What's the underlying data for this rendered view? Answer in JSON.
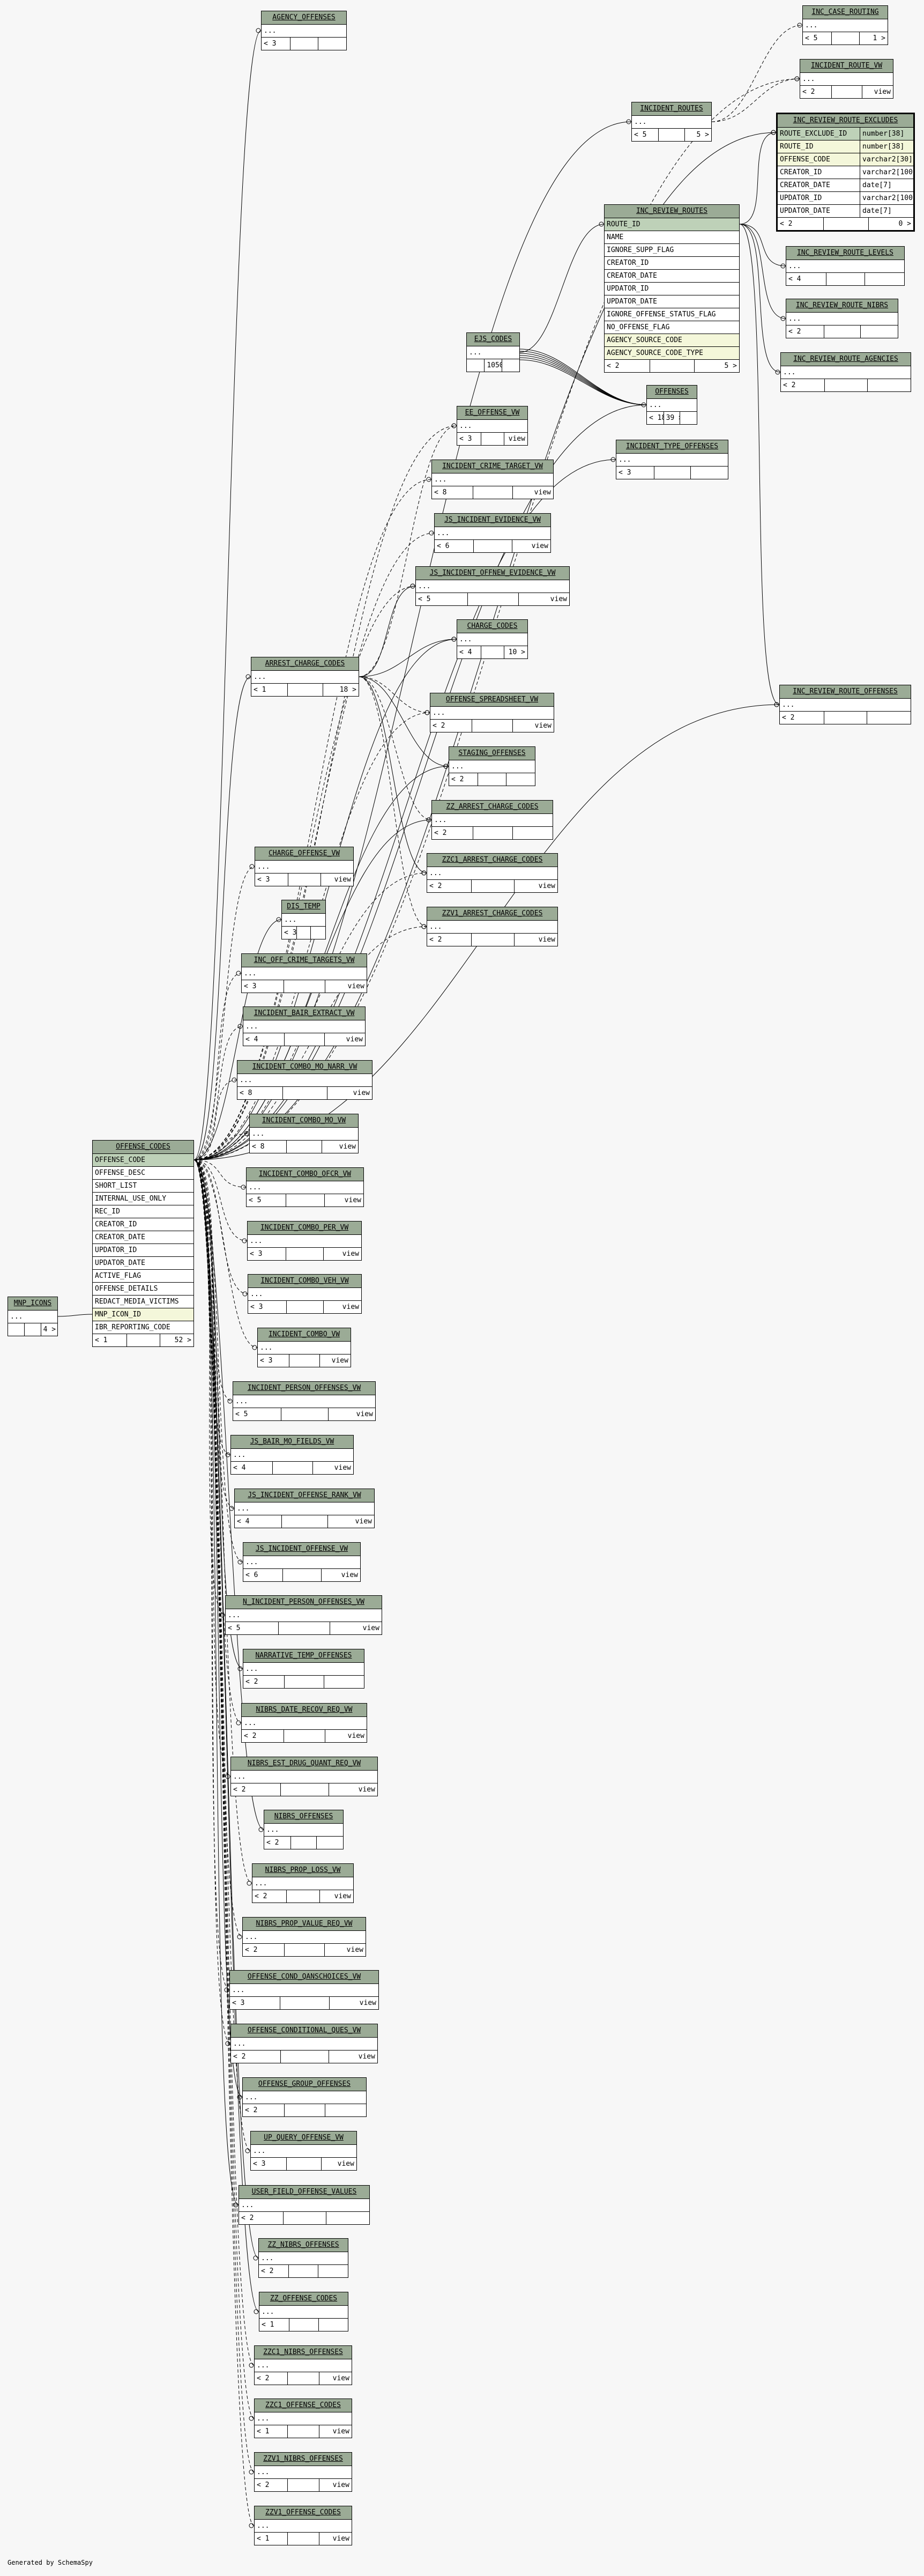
{
  "footer": "Generated by SchemaSpy",
  "selected_table": "INC_REVIEW_ROUTE_EXCLUDES",
  "tables": [
    {
      "id": "AGENCY_OFFENSES",
      "title": "AGENCY_OFFENSES",
      "rows": [
        "..."
      ],
      "footer": [
        "< 3",
        "",
        ""
      ]
    },
    {
      "id": "INC_CASE_ROUTING",
      "title": "INC_CASE_ROUTING",
      "rows": [
        "..."
      ],
      "footer": [
        "< 5",
        "",
        "1 >"
      ]
    },
    {
      "id": "INCIDENT_ROUTE_VW",
      "title": "INCIDENT_ROUTE_VW",
      "rows": [
        "..."
      ],
      "footer": [
        "< 2",
        "",
        "view"
      ]
    },
    {
      "id": "INCIDENT_ROUTES",
      "title": "INCIDENT_ROUTES",
      "rows": [
        "..."
      ],
      "footer": [
        "< 5",
        "",
        "5 >"
      ]
    },
    {
      "id": "INC_REVIEW_ROUTE_EXCLUDES",
      "title": "INC_REVIEW_ROUTE_EXCLUDES",
      "typed": true,
      "rows": [
        [
          "ROUTE_EXCLUDE_ID",
          "number[38]"
        ],
        [
          "ROUTE_ID",
          "number[38]"
        ],
        [
          "OFFENSE_CODE",
          "varchar2[30]"
        ],
        [
          "CREATOR_ID",
          "varchar2[100]"
        ],
        [
          "CREATOR_DATE",
          "date[7]"
        ],
        [
          "UPDATOR_ID",
          "varchar2[100]"
        ],
        [
          "UPDATOR_DATE",
          "date[7]"
        ]
      ],
      "footer": [
        "< 2",
        "",
        "0 >"
      ]
    },
    {
      "id": "INC_REVIEW_ROUTES",
      "title": "INC_REVIEW_ROUTES",
      "rows": [
        "ROUTE_ID",
        "NAME",
        "IGNORE_SUPP_FLAG",
        "CREATOR_ID",
        "CREATOR_DATE",
        "UPDATOR_ID",
        "UPDATOR_DATE",
        "IGNORE_OFFENSE_STATUS_FLAG",
        "NO_OFFENSE_FLAG",
        "AGENCY_SOURCE_CODE",
        "AGENCY_SOURCE_CODE_TYPE"
      ],
      "footer": [
        "< 2",
        "",
        "5 >"
      ]
    },
    {
      "id": "INC_REVIEW_ROUTE_LEVELS",
      "title": "INC_REVIEW_ROUTE_LEVELS",
      "rows": [
        "..."
      ],
      "footer": [
        "< 4",
        "",
        ""
      ]
    },
    {
      "id": "INC_REVIEW_ROUTE_NIBRS",
      "title": "INC_REVIEW_ROUTE_NIBRS",
      "rows": [
        "..."
      ],
      "footer": [
        "< 2",
        "",
        ""
      ]
    },
    {
      "id": "INC_REVIEW_ROUTE_AGENCIES",
      "title": "INC_REVIEW_ROUTE_AGENCIES",
      "rows": [
        "..."
      ],
      "footer": [
        "< 2",
        "",
        ""
      ]
    },
    {
      "id": "EJS_CODES",
      "title": "EJS_CODES",
      "rows": [
        "..."
      ],
      "footer": [
        "",
        "1050 >",
        ""
      ]
    },
    {
      "id": "OFFENSES",
      "title": "OFFENSES",
      "rows": [
        "..."
      ],
      "footer": [
        "< 18",
        "39 >",
        ""
      ]
    },
    {
      "id": "INCIDENT_TYPE_OFFENSES",
      "title": "INCIDENT_TYPE_OFFENSES",
      "rows": [
        "..."
      ],
      "footer": [
        "< 3",
        "",
        ""
      ]
    },
    {
      "id": "EE_OFFENSE_VW",
      "title": "EE_OFFENSE_VW",
      "rows": [
        "..."
      ],
      "footer": [
        "< 3",
        "",
        "view"
      ]
    },
    {
      "id": "INCIDENT_CRIME_TARGET_VW",
      "title": "INCIDENT_CRIME_TARGET_VW",
      "rows": [
        "..."
      ],
      "footer": [
        "< 8",
        "",
        "view"
      ]
    },
    {
      "id": "JS_INCIDENT_EVIDENCE_VW",
      "title": "JS_INCIDENT_EVIDENCE_VW",
      "rows": [
        "..."
      ],
      "footer": [
        "< 6",
        "",
        "view"
      ]
    },
    {
      "id": "JS_INCIDENT_OFFNEW_EVIDENCE_VW",
      "title": "JS_INCIDENT_OFFNEW_EVIDENCE_VW",
      "rows": [
        "..."
      ],
      "footer": [
        "< 5",
        "",
        "view"
      ]
    },
    {
      "id": "CHARGE_CODES",
      "title": "CHARGE_CODES",
      "rows": [
        "..."
      ],
      "footer": [
        "< 4",
        "",
        "10 >"
      ]
    },
    {
      "id": "ARREST_CHARGE_CODES",
      "title": "ARREST_CHARGE_CODES",
      "rows": [
        "..."
      ],
      "footer": [
        "< 1",
        "",
        "18 >"
      ]
    },
    {
      "id": "OFFENSE_SPREADSHEET_VW",
      "title": "OFFENSE_SPREADSHEET_VW",
      "rows": [
        "..."
      ],
      "footer": [
        "< 2",
        "",
        "view"
      ]
    },
    {
      "id": "STAGING_OFFENSES",
      "title": "STAGING_OFFENSES",
      "rows": [
        "..."
      ],
      "footer": [
        "< 2",
        "",
        ""
      ]
    },
    {
      "id": "ZZ_ARREST_CHARGE_CODES",
      "title": "ZZ_ARREST_CHARGE_CODES",
      "rows": [
        "..."
      ],
      "footer": [
        "< 2",
        "",
        ""
      ]
    },
    {
      "id": "ZZC1_ARREST_CHARGE_CODES",
      "title": "ZZC1_ARREST_CHARGE_CODES",
      "rows": [
        "..."
      ],
      "footer": [
        "< 2",
        "",
        "view"
      ]
    },
    {
      "id": "ZZV1_ARREST_CHARGE_CODES",
      "title": "ZZV1_ARREST_CHARGE_CODES",
      "rows": [
        "..."
      ],
      "footer": [
        "< 2",
        "",
        "view"
      ]
    },
    {
      "id": "INC_REVIEW_ROUTE_OFFENSES",
      "title": "INC_REVIEW_ROUTE_OFFENSES",
      "rows": [
        "..."
      ],
      "footer": [
        "< 2",
        "",
        ""
      ]
    },
    {
      "id": "CHARGE_OFFENSE_VW",
      "title": "CHARGE_OFFENSE_VW",
      "rows": [
        "..."
      ],
      "footer": [
        "< 3",
        "",
        "view"
      ]
    },
    {
      "id": "DIS_TEMP",
      "title": "DIS_TEMP",
      "rows": [
        "..."
      ],
      "footer": [
        "< 3",
        "",
        ""
      ]
    },
    {
      "id": "INC_OFF_CRIME_TARGETS_VW",
      "title": "INC_OFF_CRIME_TARGETS_VW",
      "rows": [
        "..."
      ],
      "footer": [
        "< 3",
        "",
        "view"
      ]
    },
    {
      "id": "INCIDENT_BAIR_EXTRACT_VW",
      "title": "INCIDENT_BAIR_EXTRACT_VW",
      "rows": [
        "..."
      ],
      "footer": [
        "< 4",
        "",
        "view"
      ]
    },
    {
      "id": "INCIDENT_COMBO_MO_NARR_VW",
      "title": "INCIDENT_COMBO_MO_NARR_VW",
      "rows": [
        "..."
      ],
      "footer": [
        "< 8",
        "",
        "view"
      ]
    },
    {
      "id": "INCIDENT_COMBO_MO_VW",
      "title": "INCIDENT_COMBO_MO_VW",
      "rows": [
        "..."
      ],
      "footer": [
        "< 8",
        "",
        "view"
      ]
    },
    {
      "id": "INCIDENT_COMBO_OFCR_VW",
      "title": "INCIDENT_COMBO_OFCR_VW",
      "rows": [
        "..."
      ],
      "footer": [
        "< 5",
        "",
        "view"
      ]
    },
    {
      "id": "INCIDENT_COMBO_PER_VW",
      "title": "INCIDENT_COMBO_PER_VW",
      "rows": [
        "..."
      ],
      "footer": [
        "< 3",
        "",
        "view"
      ]
    },
    {
      "id": "INCIDENT_COMBO_VEH_VW",
      "title": "INCIDENT_COMBO_VEH_VW",
      "rows": [
        "..."
      ],
      "footer": [
        "< 3",
        "",
        "view"
      ]
    },
    {
      "id": "INCIDENT_COMBO_VW",
      "title": "INCIDENT_COMBO_VW",
      "rows": [
        "..."
      ],
      "footer": [
        "< 3",
        "",
        "view"
      ]
    },
    {
      "id": "OFFENSE_CODES",
      "title": "OFFENSE_CODES",
      "rows": [
        "OFFENSE_CODE",
        "OFFENSE_DESC",
        "SHORT_LIST",
        "INTERNAL_USE_ONLY",
        "REC_ID",
        "CREATOR_ID",
        "CREATOR_DATE",
        "UPDATOR_ID",
        "UPDATOR_DATE",
        "ACTIVE_FLAG",
        "OFFENSE_DETAILS",
        "REDACT_MEDIA_VICTIMS",
        "MNP_ICON_ID",
        "IBR_REPORTING_CODE"
      ],
      "footer": [
        "< 1",
        "",
        "52 >"
      ]
    },
    {
      "id": "MNP_ICONS",
      "title": "MNP_ICONS",
      "rows": [
        "..."
      ],
      "footer": [
        "",
        "",
        "4 >"
      ]
    },
    {
      "id": "INCIDENT_PERSON_OFFENSES_VW",
      "title": "INCIDENT_PERSON_OFFENSES_VW",
      "rows": [
        "..."
      ],
      "footer": [
        "< 5",
        "",
        "view"
      ]
    },
    {
      "id": "JS_BAIR_MO_FIELDS_VW",
      "title": "JS_BAIR_MO_FIELDS_VW",
      "rows": [
        "..."
      ],
      "footer": [
        "< 4",
        "",
        "view"
      ]
    },
    {
      "id": "JS_INCIDENT_OFFENSE_RANK_VW",
      "title": "JS_INCIDENT_OFFENSE_RANK_VW",
      "rows": [
        "..."
      ],
      "footer": [
        "< 4",
        "",
        "view"
      ]
    },
    {
      "id": "JS_INCIDENT_OFFENSE_VW",
      "title": "JS_INCIDENT_OFFENSE_VW",
      "rows": [
        "..."
      ],
      "footer": [
        "< 6",
        "",
        "view"
      ]
    },
    {
      "id": "N_INCIDENT_PERSON_OFFENSES_VW",
      "title": "N_INCIDENT_PERSON_OFFENSES_VW",
      "rows": [
        "..."
      ],
      "footer": [
        "< 5",
        "",
        "view"
      ]
    },
    {
      "id": "NARRATIVE_TEMP_OFFENSES",
      "title": "NARRATIVE_TEMP_OFFENSES",
      "rows": [
        "..."
      ],
      "footer": [
        "< 2",
        "",
        ""
      ]
    },
    {
      "id": "NIBRS_DATE_RECOV_REQ_VW",
      "title": "NIBRS_DATE_RECOV_REQ_VW",
      "rows": [
        "..."
      ],
      "footer": [
        "< 2",
        "",
        "view"
      ]
    },
    {
      "id": "NIBRS_EST_DRUG_QUANT_REQ_VW",
      "title": "NIBRS_EST_DRUG_QUANT_REQ_VW",
      "rows": [
        "..."
      ],
      "footer": [
        "< 2",
        "",
        "view"
      ]
    },
    {
      "id": "NIBRS_OFFENSES",
      "title": "NIBRS_OFFENSES",
      "rows": [
        "..."
      ],
      "footer": [
        "< 2",
        "",
        ""
      ]
    },
    {
      "id": "NIBRS_PROP_LOSS_VW",
      "title": "NIBRS_PROP_LOSS_VW",
      "rows": [
        "..."
      ],
      "footer": [
        "< 2",
        "",
        "view"
      ]
    },
    {
      "id": "NIBRS_PROP_VALUE_REQ_VW",
      "title": "NIBRS_PROP_VALUE_REQ_VW",
      "rows": [
        "..."
      ],
      "footer": [
        "< 2",
        "",
        "view"
      ]
    },
    {
      "id": "OFFENSE_COND_QANSCHOICES_VW",
      "title": "OFFENSE_COND_QANSCHOICES_VW",
      "rows": [
        "..."
      ],
      "footer": [
        "< 3",
        "",
        "view"
      ]
    },
    {
      "id": "OFFENSE_CONDITIONAL_QUES_VW",
      "title": "OFFENSE_CONDITIONAL_QUES_VW",
      "rows": [
        "..."
      ],
      "footer": [
        "< 2",
        "",
        "view"
      ]
    },
    {
      "id": "OFFENSE_GROUP_OFFENSES",
      "title": "OFFENSE_GROUP_OFFENSES",
      "rows": [
        "..."
      ],
      "footer": [
        "< 2",
        "",
        ""
      ]
    },
    {
      "id": "UP_QUERY_OFFENSE_VW",
      "title": "UP_QUERY_OFFENSE_VW",
      "rows": [
        "..."
      ],
      "footer": [
        "< 3",
        "",
        "view"
      ]
    },
    {
      "id": "USER_FIELD_OFFENSE_VALUES",
      "title": "USER_FIELD_OFFENSE_VALUES",
      "rows": [
        "..."
      ],
      "footer": [
        "< 2",
        "",
        ""
      ]
    },
    {
      "id": "ZZ_NIBRS_OFFENSES",
      "title": "ZZ_NIBRS_OFFENSES",
      "rows": [
        "..."
      ],
      "footer": [
        "< 2",
        "",
        ""
      ]
    },
    {
      "id": "ZZ_OFFENSE_CODES",
      "title": "ZZ_OFFENSE_CODES",
      "rows": [
        "..."
      ],
      "footer": [
        "< 1",
        "",
        ""
      ]
    },
    {
      "id": "ZZC1_NIBRS_OFFENSES",
      "title": "ZZC1_NIBRS_OFFENSES",
      "rows": [
        "..."
      ],
      "footer": [
        "< 2",
        "",
        "view"
      ]
    },
    {
      "id": "ZZC1_OFFENSE_CODES",
      "title": "ZZC1_OFFENSE_CODES",
      "rows": [
        "..."
      ],
      "footer": [
        "< 1",
        "",
        "view"
      ]
    },
    {
      "id": "ZZV1_NIBRS_OFFENSES",
      "title": "ZZV1_NIBRS_OFFENSES",
      "rows": [
        "..."
      ],
      "footer": [
        "< 2",
        "",
        "view"
      ]
    },
    {
      "id": "ZZV1_OFFENSE_CODES",
      "title": "ZZV1_OFFENSE_CODES",
      "rows": [
        "..."
      ],
      "footer": [
        "< 1",
        "",
        "view"
      ]
    }
  ]
}
